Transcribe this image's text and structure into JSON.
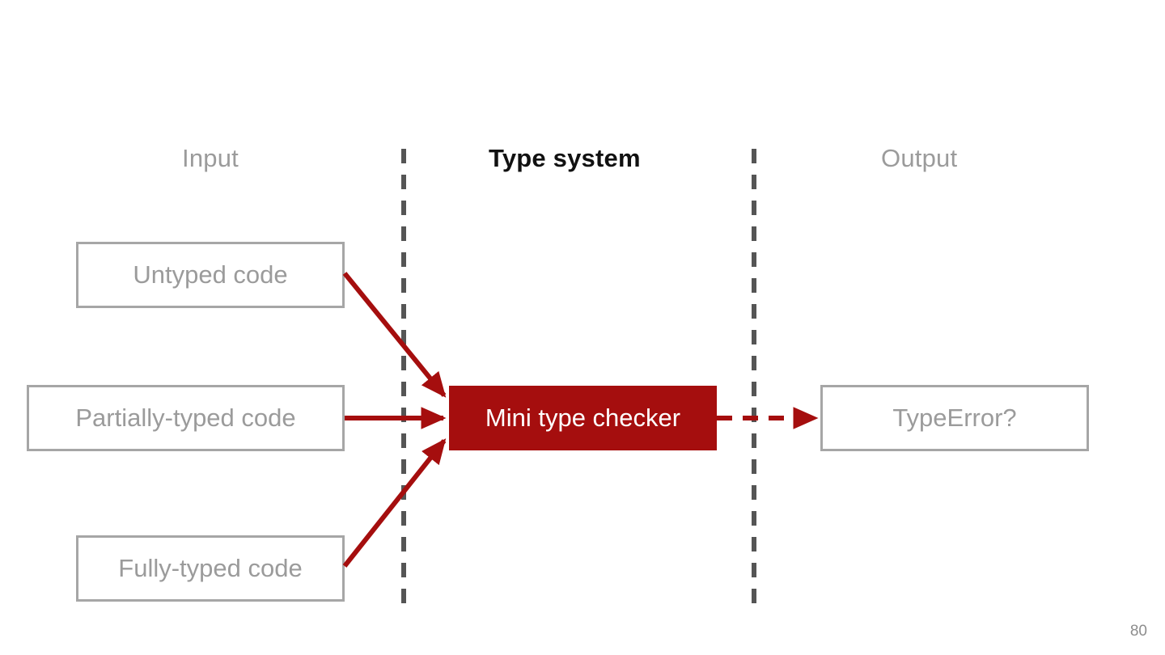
{
  "slide": {
    "page_number": "80",
    "background_color": "#ffffff"
  },
  "headers": {
    "input": "Input",
    "type_system": "Type system",
    "output": "Output"
  },
  "colors": {
    "accent_red": "#a50e0e",
    "muted_grey": "#9b9b9b",
    "border_grey": "#a6a6a6",
    "divider_grey": "#555555",
    "text_black": "#111111"
  },
  "nodes": {
    "untyped": "Untyped code",
    "partially_typed": "Partially-typed code",
    "fully_typed": "Fully-typed code",
    "checker": "Mini type checker",
    "typeerror": "TypeError?"
  },
  "diagram_data": {
    "type": "flow-diagram",
    "columns": [
      "Input",
      "Type system",
      "Output"
    ],
    "column_dividers": 2,
    "inputs": [
      "Untyped code",
      "Partially-typed code",
      "Fully-typed code"
    ],
    "process": "Mini type checker",
    "outputs": [
      "TypeError?"
    ],
    "edges": [
      {
        "from": "Untyped code",
        "to": "Mini type checker",
        "style": "solid",
        "arrowhead": true
      },
      {
        "from": "Partially-typed code",
        "to": "Mini type checker",
        "style": "solid",
        "arrowhead": true
      },
      {
        "from": "Fully-typed code",
        "to": "Mini type checker",
        "style": "solid",
        "arrowhead": true
      },
      {
        "from": "Mini type checker",
        "to": "TypeError?",
        "style": "dashed",
        "arrowhead": true
      }
    ]
  }
}
